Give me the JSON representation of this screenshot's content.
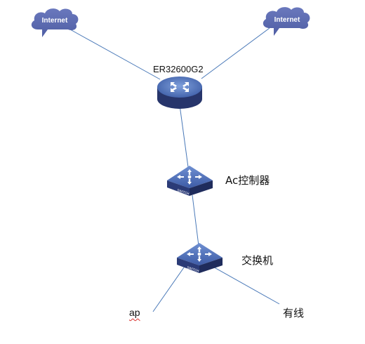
{
  "nodes": {
    "internet_left": {
      "label": "Internet"
    },
    "internet_right": {
      "label": "Internet"
    },
    "router": {
      "label": "ER32600G2"
    },
    "ac_controller": {
      "label": "Ac控制器",
      "device_text": "SWITCH"
    },
    "switch": {
      "label": "交换机",
      "device_text": "SWITCH"
    },
    "ap": {
      "label": "ap"
    },
    "wired": {
      "label": "有线"
    }
  },
  "colors": {
    "link": "#4a79b8",
    "cloud": "#5967ad",
    "device_top": "#4c6bb2",
    "device_side": "#27356b"
  }
}
